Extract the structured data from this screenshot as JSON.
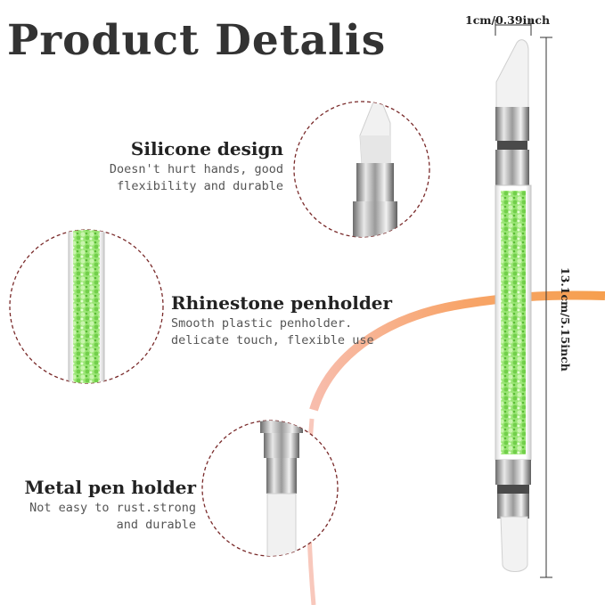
{
  "title": "Product Detalis",
  "features": [
    {
      "title": "Silicone design",
      "desc_line1": "Doesn't hurt hands, good",
      "desc_line2": "flexibility and durable"
    },
    {
      "title": "Rhinestone penholder",
      "desc_line1": "Smooth plastic penholder.",
      "desc_line2": "delicate touch, flexible use"
    },
    {
      "title": "Metal pen holder",
      "desc_line1": "Not easy to rust.strong",
      "desc_line2": "and durable"
    }
  ],
  "dimensions": {
    "width": "1cm/0.39inch",
    "length": "13.1cm/5.15inch"
  },
  "colors": {
    "accent_orange": "#f59a45",
    "rhinestone_green": "#8fe06a",
    "dashed_circle": "#7a2b2b",
    "text_dark": "#333333"
  }
}
